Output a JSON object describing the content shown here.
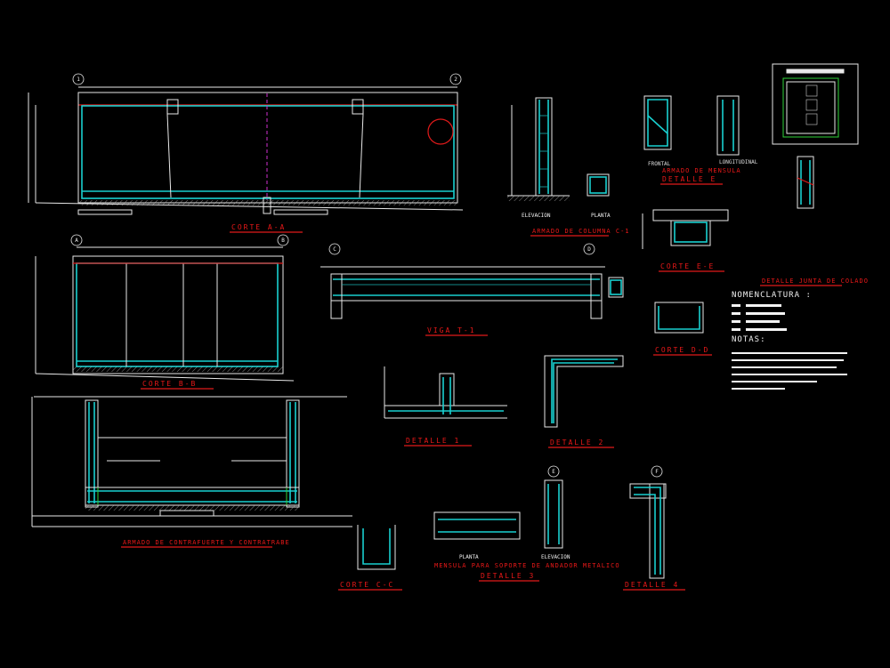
{
  "drawing": {
    "titles": {
      "corte_aa": "CORTE A-A",
      "corte_bb": "CORTE B-B",
      "contrafuerte": "ARMADO DE CONTRAFUERTE Y CONTRATRABE",
      "columna": "ARMADO DE COLUMNA C-1",
      "viga": "VIGA T-1",
      "detalle1": "DETALLE 1",
      "detalle2": "DETALLE 2",
      "corte_cc": "CORTE C-C",
      "ménsula_metal": "MENSULA PARA SOPORTE DE ANDADOR METALICO",
      "detalle3": "DETALLE 3",
      "detalle4": "DETALLE 4",
      "ménsula": "ARMADO DE MENSULA",
      "detalle_e": "DETALLE E",
      "corte_ee": "CORTE E-E",
      "corte_dd": "CORTE D-D",
      "junta": "DETALLE JUNTA DE COLADO"
    },
    "labels": {
      "elevacion": "ELEVACION",
      "planta": "PLANTA",
      "frontal": "FRONTAL",
      "longitudinal": "LONGITUDINAL",
      "nomenclatura": "NOMENCLATURA :",
      "notas": "NOTAS:",
      "planta_lg": "PLANTA",
      "elevacion_lg": "ELEVACION"
    },
    "grid_bubbles": [
      "1",
      "2",
      "A",
      "B",
      "C",
      "D",
      "E",
      "F"
    ],
    "colors": {
      "background": "#000000",
      "line_white": "#e8e8e8",
      "rebar_cyan": "#19d0d0",
      "title_red": "#e81818",
      "green": "#2fd43a"
    }
  }
}
